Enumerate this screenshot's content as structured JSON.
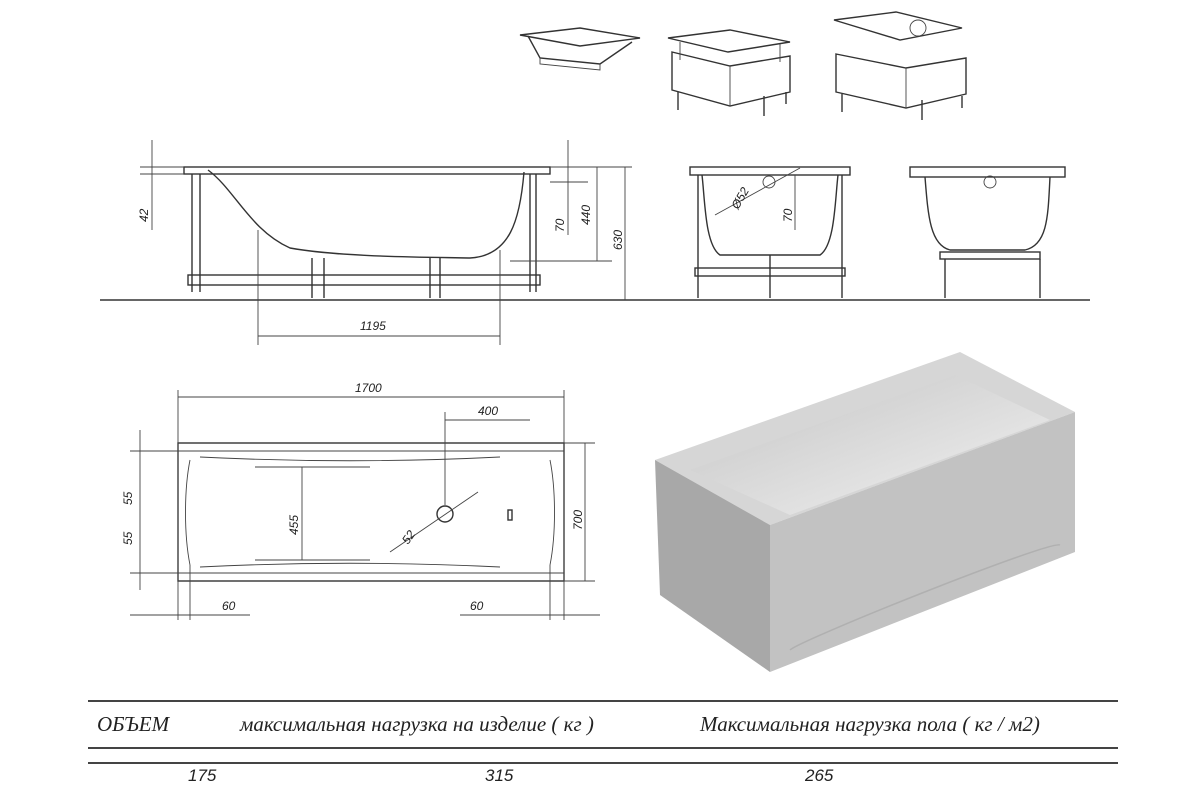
{
  "side_view": {
    "dims": {
      "rim": "42",
      "overflow": "70",
      "depth": "440",
      "height": "630",
      "bottom_length": "1195"
    }
  },
  "end_view": {
    "dims": {
      "drain_diameter": "Ø52",
      "overflow": "70"
    }
  },
  "plan_view": {
    "dims": {
      "length": "1700",
      "drain_offset": "400",
      "edge_top": "55",
      "edge_bottom": "55",
      "inner_width": "455",
      "drain": "52",
      "width": "700",
      "end_left": "60",
      "end_right": "60"
    }
  },
  "specs_table": {
    "headers": [
      "ОБЪЕМ",
      "максимальная нагрузка на изделие ( кг )",
      "Максимальная нагрузка пола ( кг / м2)"
    ],
    "values": [
      "175",
      "315",
      "265"
    ]
  }
}
